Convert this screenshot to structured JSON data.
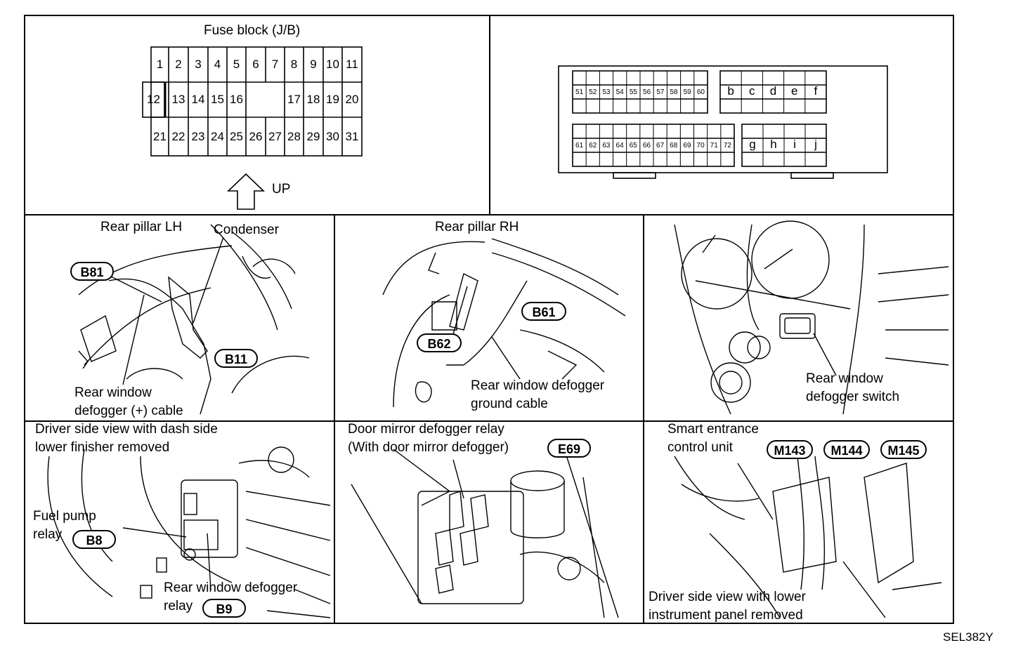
{
  "fuse_block": {
    "title": "Fuse block (J/B)",
    "up_label": "UP",
    "row1": [
      "1",
      "2",
      "3",
      "4",
      "5",
      "6",
      "7",
      "8",
      "9",
      "10",
      "11"
    ],
    "row2_left": "12",
    "row2": [
      "13",
      "14",
      "15",
      "16"
    ],
    "row2_right": [
      "17",
      "18",
      "19",
      "20"
    ],
    "row3": [
      "21",
      "22",
      "23",
      "24",
      "25",
      "26",
      "27",
      "28",
      "29",
      "30",
      "31"
    ]
  },
  "connector_block": {
    "row_a": [
      "51",
      "52",
      "53",
      "54",
      "55",
      "56",
      "57",
      "58",
      "59",
      "60"
    ],
    "row_a_letters": [
      "b",
      "c",
      "d",
      "e",
      "f"
    ],
    "row_b": [
      "61",
      "62",
      "63",
      "64",
      "65",
      "66",
      "67",
      "68",
      "69",
      "70",
      "71",
      "72"
    ],
    "row_b_letters": [
      "g",
      "h",
      "i",
      "j"
    ]
  },
  "panels": {
    "p1": {
      "title": "Rear pillar LH",
      "condenser": "Condenser",
      "tag1": "B81",
      "tag2": "B11",
      "caption_line1": "Rear window",
      "caption_line2": "defogger (+) cable"
    },
    "p2": {
      "title": "Rear pillar RH",
      "tag1": "B61",
      "tag2": "B62",
      "caption_line1": "Rear window defogger",
      "caption_line2": "ground cable"
    },
    "p3": {
      "caption_line1": "Rear window",
      "caption_line2": "defogger switch"
    },
    "p4": {
      "title_line1": "Driver side view with dash side",
      "title_line2": "lower finisher removed",
      "fuel_line1": "Fuel pump",
      "fuel_line2": "relay",
      "tag1": "B8",
      "rwd_line1": "Rear window defogger",
      "rwd_line2": "relay",
      "tag2": "B9"
    },
    "p5": {
      "title_line1": "Door mirror defogger relay",
      "title_line2": "(With door mirror defogger)",
      "tag1": "E69"
    },
    "p6": {
      "title_line1": "Smart entrance",
      "title_line2": "control unit",
      "tag1": "M143",
      "tag2": "M144",
      "tag3": "M145",
      "caption_line1": "Driver side view with lower",
      "caption_line2": "instrument panel removed"
    }
  },
  "figure_code": "SEL382Y"
}
